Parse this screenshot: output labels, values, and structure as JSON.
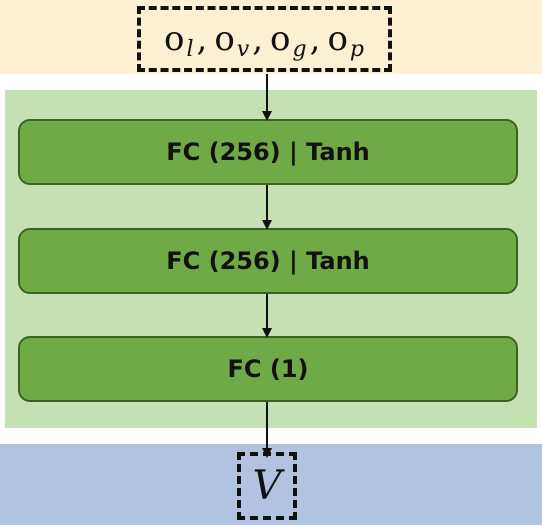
{
  "input": {
    "observations": [
      {
        "base": "o",
        "sub": "l"
      },
      {
        "base": "o",
        "sub": "v"
      },
      {
        "base": "o",
        "sub": "g"
      },
      {
        "base": "o",
        "sub": "p"
      }
    ],
    "separator": ","
  },
  "layers": [
    {
      "label": "FC (256) | Tanh"
    },
    {
      "label": "FC (256) | Tanh"
    },
    {
      "label": "FC (1)"
    }
  ],
  "output": {
    "label": "V"
  },
  "colors": {
    "input_band": "#fdefd2",
    "network_band": "#c5e0b2",
    "output_band": "#b2c3e2",
    "layer_fill": "#6faa46",
    "layer_border": "#3c6324"
  }
}
